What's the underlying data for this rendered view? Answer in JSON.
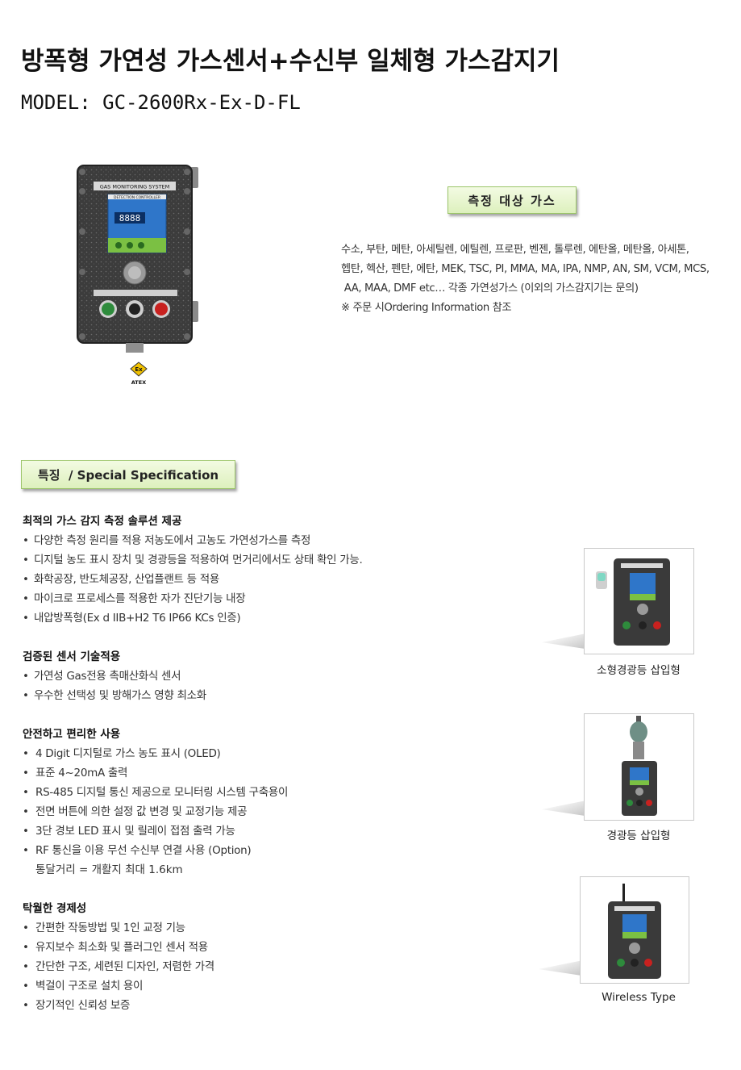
{
  "header": {
    "title": "방폭형 가연성 가스센서+수신부 일체형 가스감지기",
    "model": "MODEL: GC-2600Rx-Ex-D-FL"
  },
  "product_image": {
    "panel_label": "GAS MONITORING SYSTEM",
    "controller_label": "DETECTION CONTROLLER",
    "display_value": "8888",
    "logo_text": "ATEX"
  },
  "target_gas": {
    "title": "측정 대상 가스",
    "lines": [
      "수소, 부탄, 메탄, 아세틸렌, 에틸렌, 프로판, 벤젠, 톨루렌, 에탄올, 메탄올, 아세톤,",
      "헵탄, 헥산, 펜탄, 에탄, MEK, TSC, PI, MMA, MA, IPA, NMP, AN, SM, VCM, MCS,",
      " AA, MAA, DMF etc… 각종 가연성가스 (이외의 가스감지기는 문의)",
      "※ 주문 시Ordering Information 참조"
    ]
  },
  "spec": {
    "title": "특징  / Special Specification",
    "sections": [
      {
        "heading": "최적의 가스 감지 측정 솔루션 제공",
        "items": [
          "다양한 측정 원리를 적용 저농도에서 고농도 가연성가스를 측정",
          "디지털 농도 표시 장치 및 경광등을 적용하여 먼거리에서도 상태 확인 가능.",
          "화학공장, 반도체공장, 산업플랜트 등 적용",
          "마이크로 프로세스를 적용한 자가 진단기능 내장",
          "내압방폭형(Ex d IIB+H2 T6 IP66 KCs 인증)"
        ]
      },
      {
        "heading": "검증된 센서 기술적용",
        "items": [
          "가연성 Gas전용 촉매산화식 센서",
          "우수한 선택성 및 방해가스 영향 최소화"
        ]
      },
      {
        "heading": "안전하고 편리한 사용",
        "items": [
          "4 Digit 디지털로 가스 농도 표시 (OLED)",
          "표준 4~20mA 출력",
          "RS-485 디지털 통신 제공으로 모니터링 시스템 구축용이",
          "전면 버튼에 의한 설정 값 변경 및 교정기능 제공",
          "3단 경보 LED 표시 및 릴레이 접점 출력 가능",
          "RF 통신을 이용 무선 수신부 연결 사용 (Option)"
        ],
        "continuation": "통달거리 = 개활지 최대 1.6km"
      },
      {
        "heading": "탁월한 경제성",
        "items": [
          "간편한 작동방법 및 1인 교정 기능",
          "유지보수 최소화 및 플러그인 센서 적용",
          "간단한 구조, 세련된 디자인, 저렴한 가격",
          "벽걸이 구조로 설치 용이",
          "장기적인 신뢰성 보증"
        ]
      }
    ]
  },
  "variants": [
    {
      "label": "소형경광등 삽입형"
    },
    {
      "label": "경광등 삽입형"
    },
    {
      "label": "Wireless Type"
    }
  ],
  "colors": {
    "box_green": "#ddf0bd",
    "box_border": "#9cc56a",
    "enclosure": "#3a3a3a",
    "display_blue": "#2f76c9",
    "button_green": "#2e8b3c",
    "button_red": "#c8211f"
  }
}
